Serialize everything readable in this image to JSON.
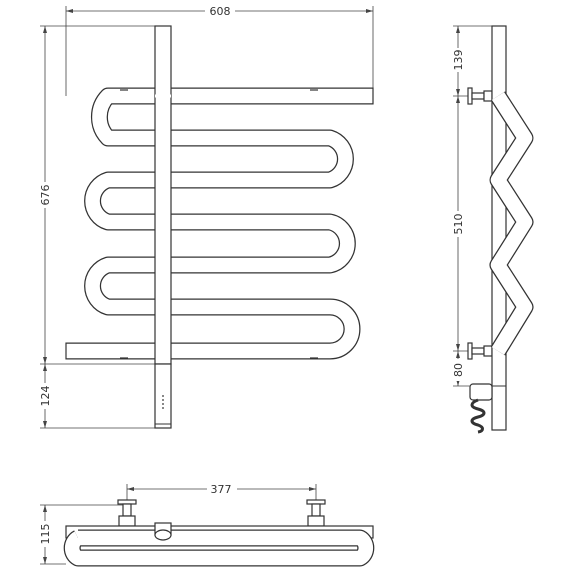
{
  "dimensions": {
    "front_width": "608",
    "front_height": "676",
    "bottom_block": "124",
    "side_top": "139",
    "side_center": "510",
    "side_bottom": "80",
    "top_center": "377",
    "top_depth": "115"
  },
  "colors": {
    "stroke": "#333333",
    "background": "#ffffff"
  }
}
